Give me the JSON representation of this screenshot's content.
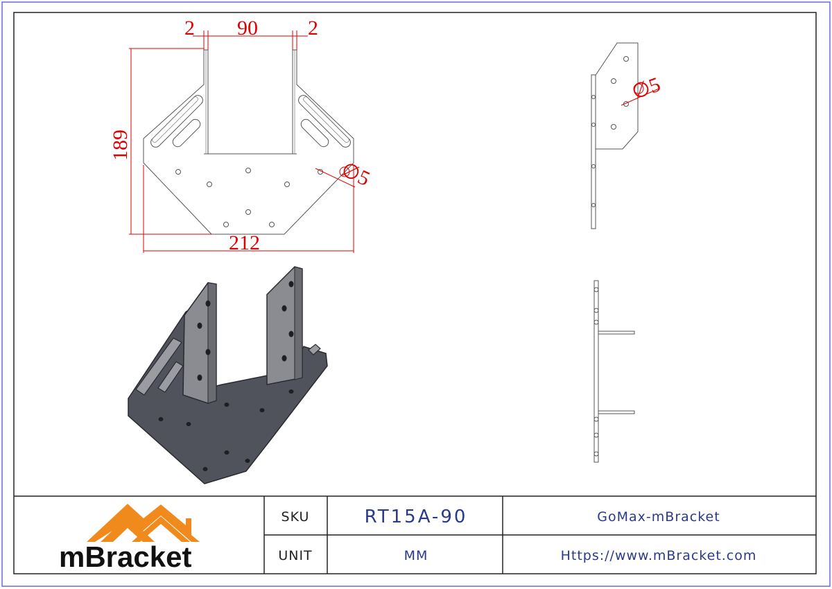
{
  "drawing": {
    "dimensions": {
      "top_left_gap": "2",
      "top_width": "90",
      "top_right_gap": "2",
      "height": "189",
      "width": "212",
      "hole_front": "∅5",
      "hole_side": "∅5"
    }
  },
  "title_block": {
    "logo_text": "mBracket",
    "sku_label": "SKU",
    "sku_value": "RT15A-90",
    "unit_label": "UNIT",
    "unit_value": "MM",
    "brand": "GoMax-mBracket",
    "website": "Https://www.mBracket.com"
  },
  "colors": {
    "dimension": "#e00000",
    "logo_orange": "#f08a1c",
    "title_text": "#2a3a8a",
    "frame_blue": "#6a6ad8"
  }
}
